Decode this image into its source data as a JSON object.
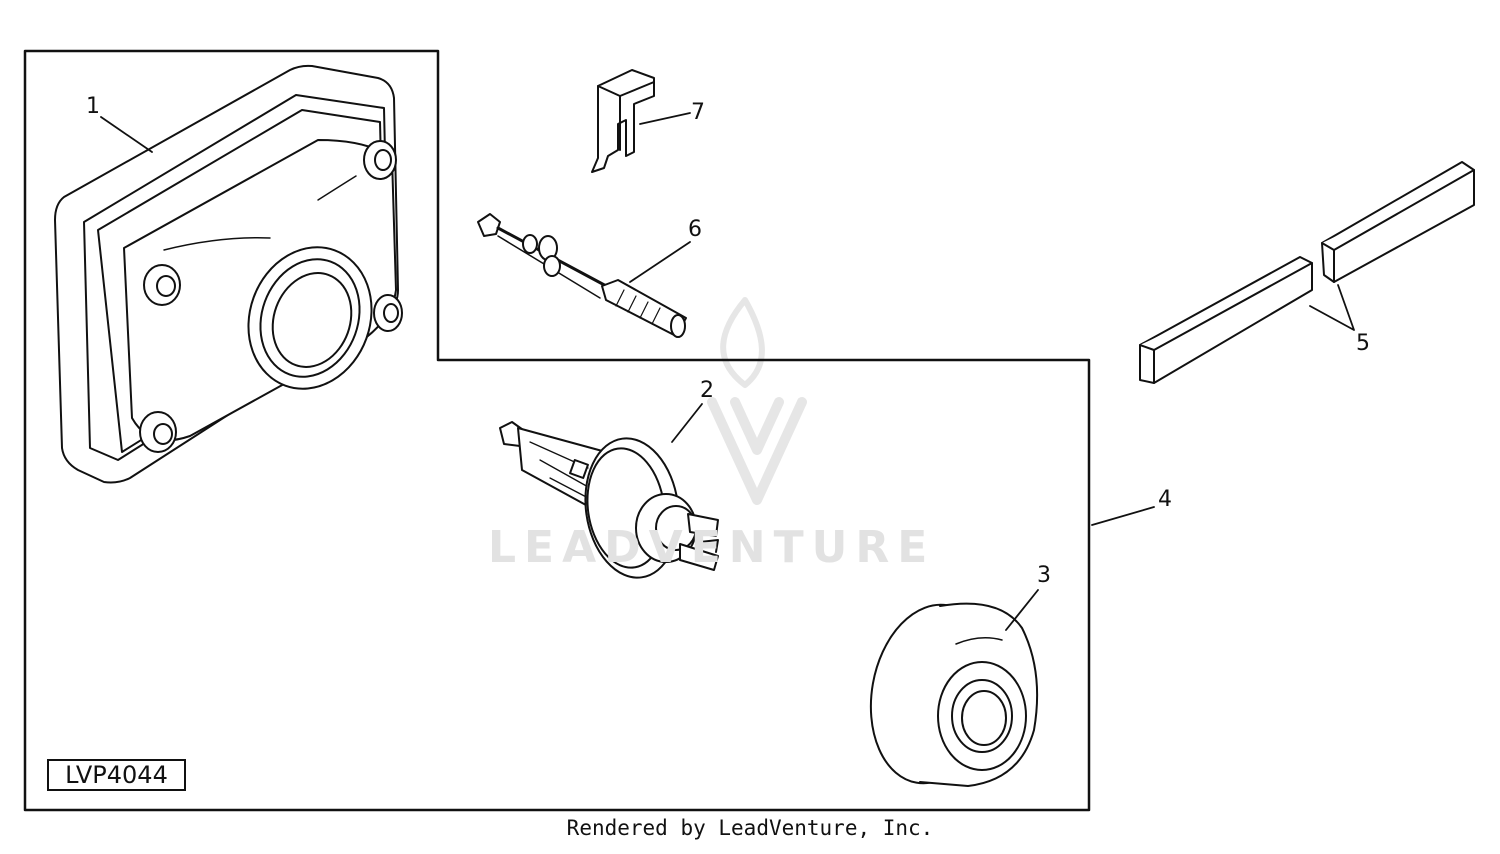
{
  "diagram_id": "LVP4044",
  "watermark": "LEADVENTURE",
  "footer": "Rendered by LeadVenture, Inc.",
  "callouts": [
    {
      "id": "1",
      "part": "headlight-housing"
    },
    {
      "id": "2",
      "part": "halogen-bulb"
    },
    {
      "id": "3",
      "part": "bulb-socket-cap"
    },
    {
      "id": "4",
      "part": "headlight-assembly"
    },
    {
      "id": "5",
      "part": "foam-strips"
    },
    {
      "id": "6",
      "part": "adjuster-screw"
    },
    {
      "id": "7",
      "part": "spring-clip"
    }
  ]
}
